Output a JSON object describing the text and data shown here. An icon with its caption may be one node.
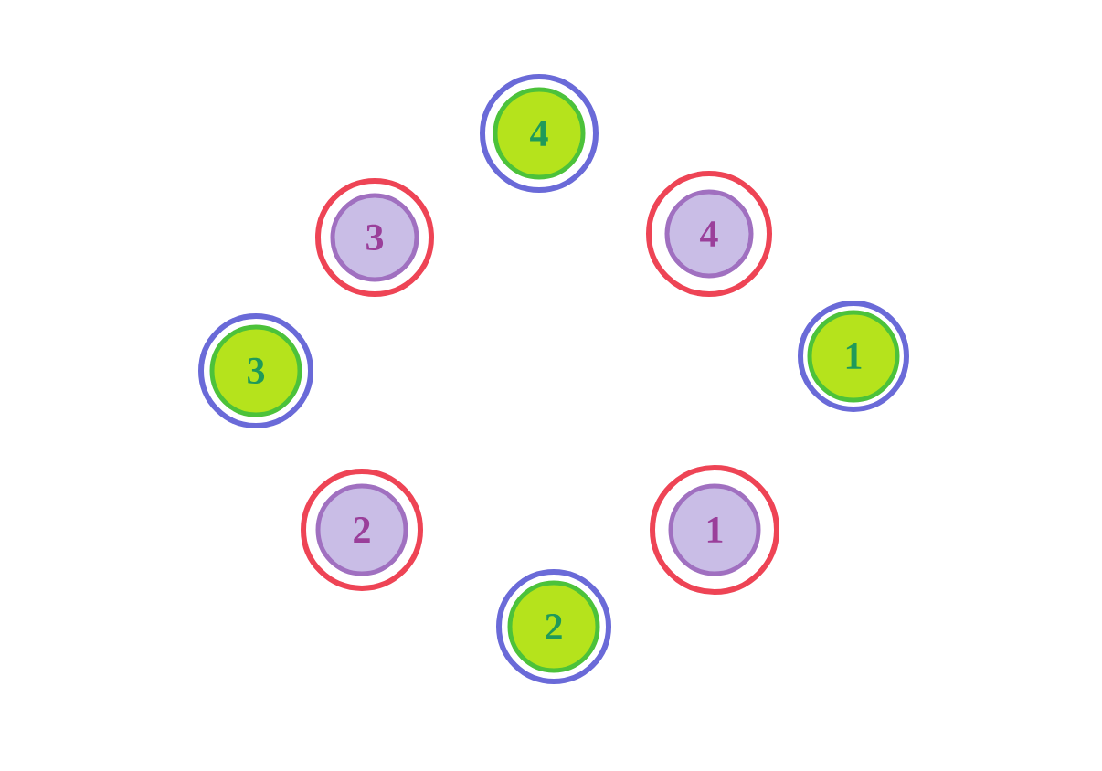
{
  "diagram": {
    "nodes": [
      {
        "text": [
          "4"
        ]
      },
      {
        "text": [
          "3"
        ]
      },
      {
        "text": [
          "4"
        ]
      },
      {
        "text": [
          "3"
        ]
      },
      {
        "text": [
          "1"
        ]
      },
      {
        "text": [
          "2"
        ]
      },
      {
        "text": [
          "1"
        ]
      },
      {
        "text": [
          "2"
        ]
      }
    ]
  }
}
